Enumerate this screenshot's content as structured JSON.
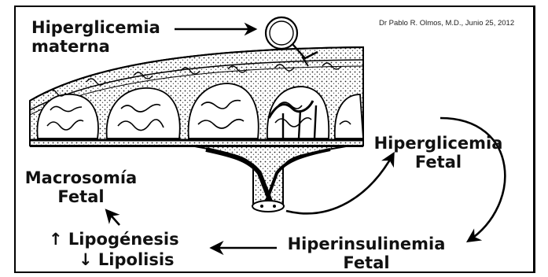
{
  "credit": "Dr Pablo R. Olmos, M.D., Junio 25, 2012",
  "labels": {
    "maternal_hyperglycemia_line1": "Hiperglicemia",
    "maternal_hyperglycemia_line2": "materna",
    "fetal_hyperglycemia_line1": "Hiperglicemia",
    "fetal_hyperglycemia_line2": "Fetal",
    "macrosomia_line1": "Macrosomía",
    "macrosomia_line2": "Fetal",
    "lipogenesis": "↑ Lipogénesis",
    "lipolysis": "↓ Lipolisis",
    "hyperinsulinemia_line1": "Hiperinsulinemia",
    "hyperinsulinemia_line2": "Fetal"
  }
}
